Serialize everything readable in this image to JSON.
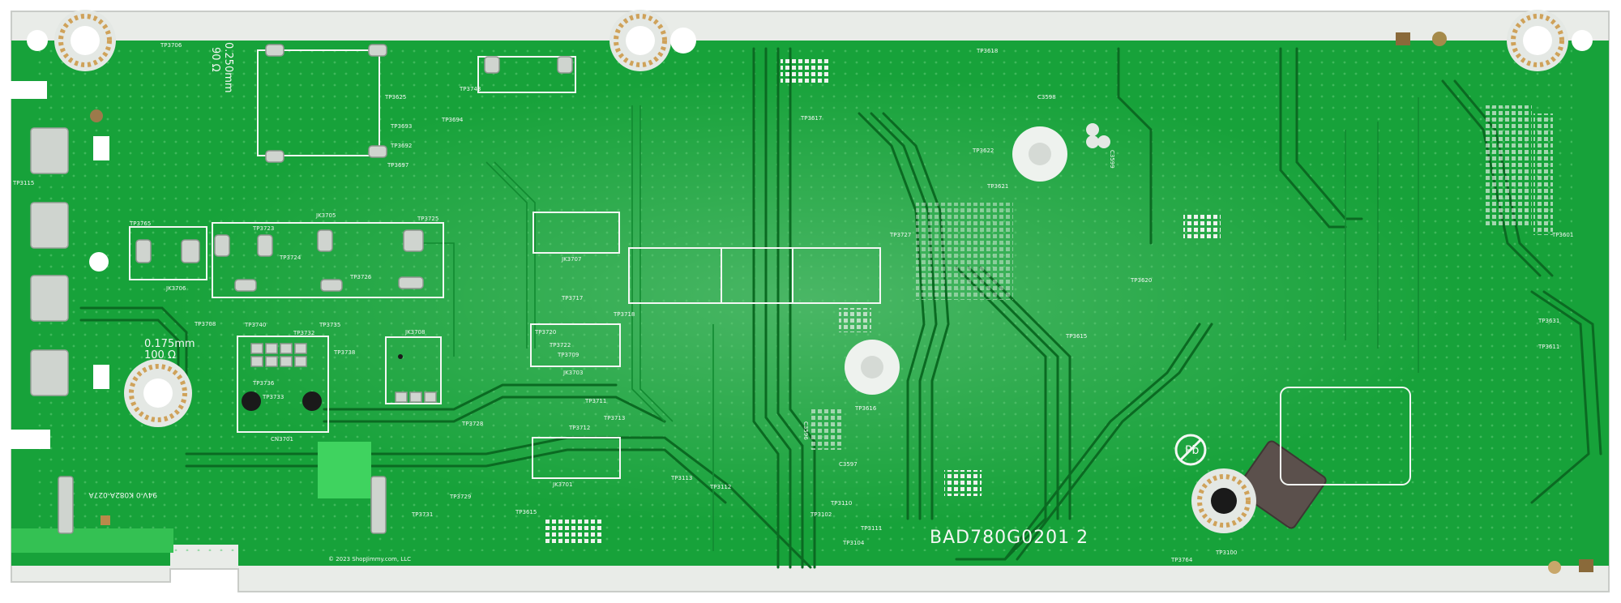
{
  "colors": {
    "board": "#17a23a",
    "board_dark": "#0e7a27",
    "trace": "#0b6a22",
    "silkscreen": "#f4f7f4",
    "edge": "#e9ece8",
    "copper": "#cfa25a",
    "pad_metal": "#cfd4cf",
    "shield": "#5b504c"
  },
  "board": {
    "part_number": "BAD780G0201  2",
    "copyright": "© 2023 ShopJimmy.com, LLC",
    "impedance_top": "90 Ω",
    "width_top": "0.250mm",
    "width_mid": "0.175mm",
    "impedance_mid": "100 Ω",
    "rating": "94V-0  K082A-027A"
  },
  "labels": {
    "jk3705": "JK3705",
    "jk3706": "JK3706",
    "jk3707": "JK3707",
    "jk3703": "JK3703",
    "jk3708": "JK3708",
    "jk3701": "JK3701",
    "cn3701": "CN3701",
    "tp3726": "TP3726",
    "tp3724": "TP3724",
    "tp3723": "TP3723",
    "tp3725": "TP3725",
    "tp3765": "TP3765",
    "tp3115": "TP3115",
    "tp3706": "TP3706",
    "tp3625": "TP3625",
    "tp3693": "TP3693",
    "tp3692": "TP3692",
    "tp3697": "TP3697",
    "tp3694": "TP3694",
    "tp3743": "TP3743",
    "tp3617": "TP3617",
    "tp3618": "TP3618",
    "tp3621": "TP3621",
    "tp3622": "TP3622",
    "tp3727": "TP3727",
    "tp3620": "TP3620",
    "tp3615": "TP3615",
    "tp3616": "TP3616",
    "tp3711": "TP3711",
    "tp3713": "TP3713",
    "tp3712": "TP3712",
    "tp3717": "TP3717",
    "tp3718": "TP3718",
    "tp3720": "TP3720",
    "tp3722": "TP3722",
    "tp3709": "TP3709",
    "tp3728": "TP3728",
    "tp3729": "TP3729",
    "tp3731": "TP3731",
    "tp3708": "TP3708",
    "tp3740": "TP3740",
    "tp3732": "TP3732",
    "tp3735": "TP3735",
    "tp3738": "TP3738",
    "tp3736": "TP3736",
    "tp3733": "TP3733",
    "tp3113": "TP3113",
    "tp3112": "TP3112",
    "tp3110": "TP3110",
    "tp3102": "TP3102",
    "tp3111": "TP3111",
    "tp3104": "TP3104",
    "tp3615b": "TP3615",
    "tp3100": "TP3100",
    "tp3764": "TP3764",
    "tp3601": "TP3601",
    "tp3631": "TP3631",
    "tp3611": "TP3611",
    "c3598": "C3598",
    "c3597": "C3597",
    "c3596": "C3596",
    "c3599": "C3599"
  }
}
